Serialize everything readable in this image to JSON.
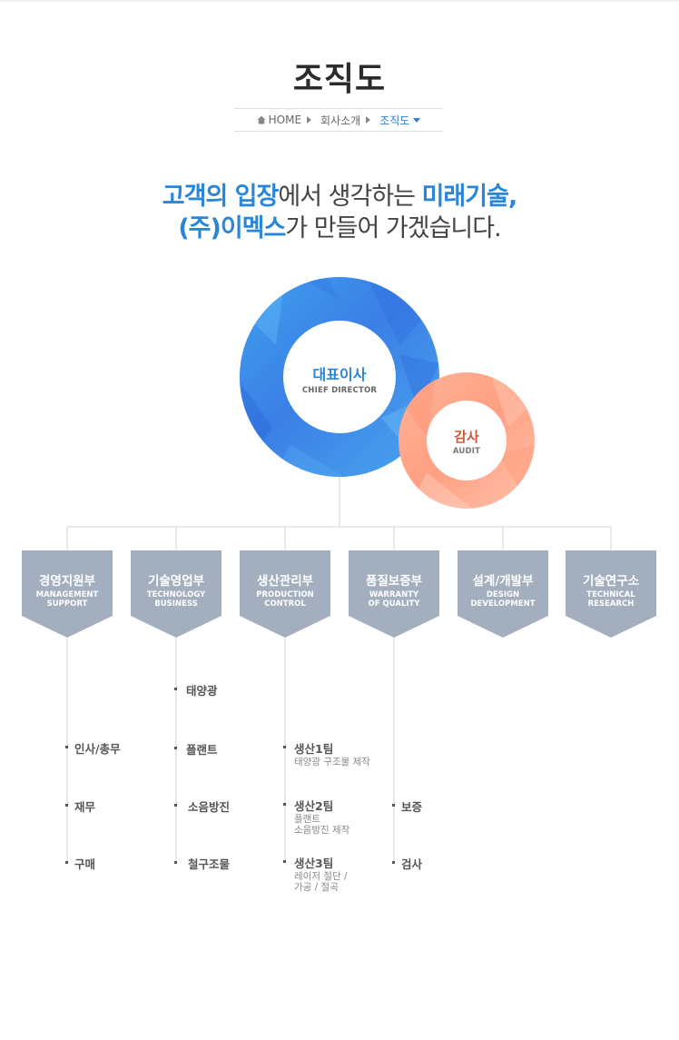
{
  "page": {
    "title": "조직도"
  },
  "breadcrumb": {
    "home": "HOME",
    "section": "회사소개",
    "current": "조직도"
  },
  "slogan": {
    "line1_hl1": "고객의 입장",
    "line1_mid": "에서 생각하는 ",
    "line1_hl2": "미래기술,",
    "line2_hl": "(주)이멕스",
    "line2_rest": "가 만들어 가겠습니다."
  },
  "ceo": {
    "ko": "대표이사",
    "en": "CHIEF DIRECTOR"
  },
  "audit": {
    "ko": "감사",
    "en": "AUDIT"
  },
  "colors": {
    "accent": "#2a86d8",
    "audit": "#d0583a",
    "dept": "#a3afbf",
    "line": "#d3d3d3"
  },
  "departments": [
    {
      "ko": "경영지원부",
      "en1": "MANAGEMENT",
      "en2": "SUPPORT",
      "teams": [
        {
          "title": "인사/총무"
        },
        {
          "title": "재무"
        },
        {
          "title": "구매"
        }
      ]
    },
    {
      "ko": "기술영업부",
      "en1": "TECHNOLOGY",
      "en2": "BUSINESS",
      "teams": [
        {
          "title": "태양광"
        },
        {
          "title": "플랜트"
        },
        {
          "title": "소음방진"
        },
        {
          "title": "철구조물"
        }
      ]
    },
    {
      "ko": "생산관리부",
      "en1": "PRODUCTION",
      "en2": "CONTROL",
      "teams": [
        {
          "title": "생산1팀",
          "desc1": "태양광 구조물 제작"
        },
        {
          "title": "생산2팀",
          "desc1": "플랜트",
          "desc2": "소음방진 제작"
        },
        {
          "title": "생산3팀",
          "desc1": "레이저 절단 /",
          "desc2": "가공 / 절곡"
        }
      ]
    },
    {
      "ko": "품질보증부",
      "en1": "WARRANTY",
      "en2": "OF QUALITY",
      "teams": [
        {
          "title": "보증"
        },
        {
          "title": "검사"
        }
      ]
    },
    {
      "ko": "설계/개발부",
      "en1": "DESIGN",
      "en2": "DEVELOPMENT",
      "teams": []
    },
    {
      "ko": "기술연구소",
      "en1": "TECHNICAL",
      "en2": "RESEARCH",
      "teams": []
    }
  ]
}
